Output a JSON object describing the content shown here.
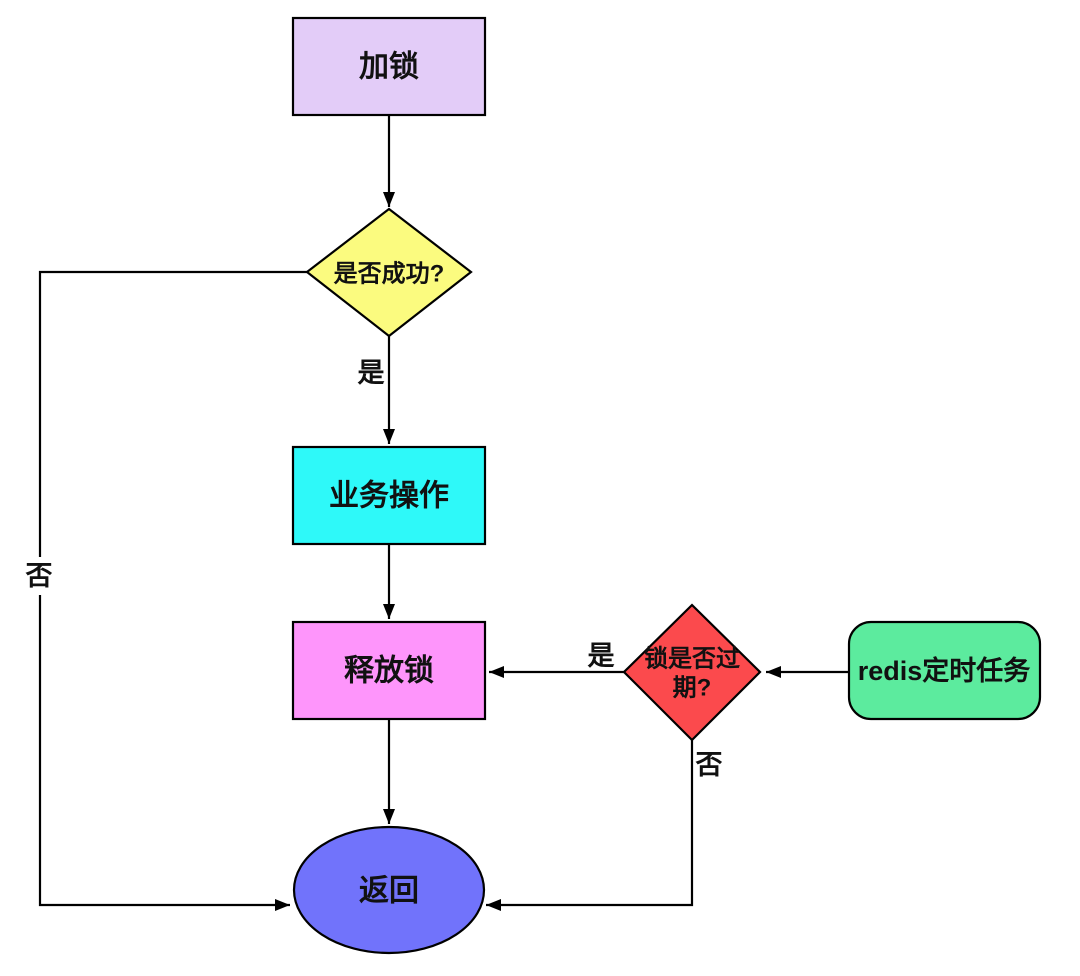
{
  "nodes": {
    "lock": {
      "label": "加锁",
      "fill": "#e3ccf8"
    },
    "success_check": {
      "label": "是否成功?",
      "fill": "#fbfb7f"
    },
    "business": {
      "label": "业务操作",
      "fill": "#2ef9f9"
    },
    "release": {
      "label": "释放锁",
      "fill": "#fe95fb"
    },
    "return": {
      "label": "返回",
      "fill": "#7173fb"
    },
    "expire_check": {
      "label_line1": "锁是否过",
      "label_line2": "期?",
      "fill": "#fb4a4d"
    },
    "redis_task": {
      "label": "redis定时任务",
      "fill": "#5ceb9e"
    }
  },
  "edge_labels": {
    "success_yes": "是",
    "success_no": "否",
    "expire_yes": "是",
    "expire_no": "否"
  },
  "colors": {
    "line": "#000000",
    "background": "#ffffff"
  }
}
